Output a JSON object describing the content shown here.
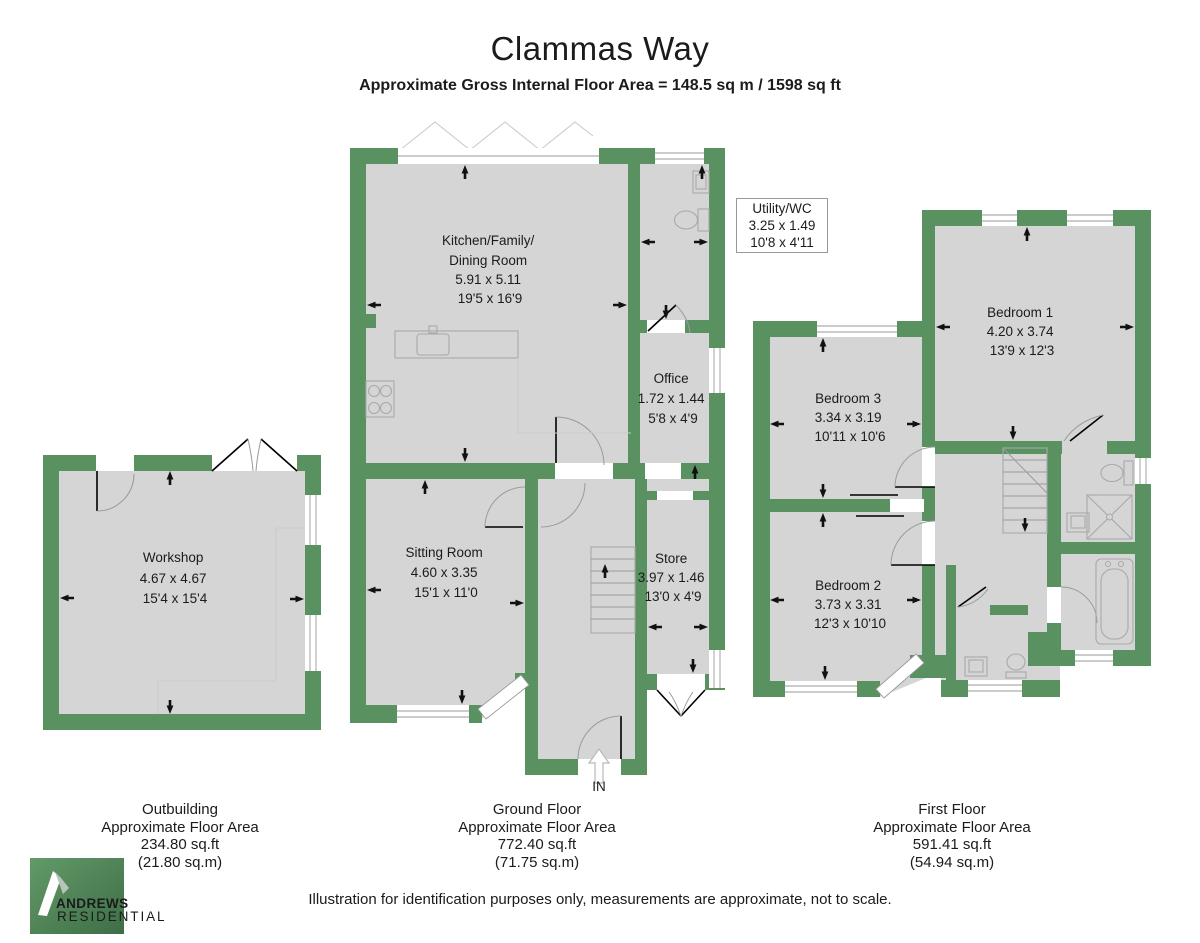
{
  "header": {
    "title": "Clammas Way",
    "subtitle": "Approximate Gross Internal Floor Area = 148.5 sq m / 1598 sq ft"
  },
  "rooms": {
    "kitchen": {
      "lines": [
        "Kitchen/Family/",
        "Dining Room",
        "5.91 x 5.11",
        "19'5 x 16'9"
      ]
    },
    "utility": {
      "lines": [
        "Utility/WC",
        "3.25 x 1.49",
        "10'8 x 4'11"
      ]
    },
    "office": {
      "lines": [
        "Office",
        "1.72 x 1.44",
        "5'8 x 4'9"
      ]
    },
    "sitting_room": {
      "lines": [
        "Sitting Room",
        "4.60 x 3.35",
        "15'1 x 11'0"
      ]
    },
    "store": {
      "lines": [
        "Store",
        "3.97 x 1.46",
        "13'0 x 4'9"
      ]
    },
    "workshop": {
      "lines": [
        "Workshop",
        "4.67 x 4.67",
        "15'4 x 15'4"
      ]
    },
    "bedroom1": {
      "lines": [
        "Bedroom 1",
        "4.20 x 3.74",
        "13'9 x 12'3"
      ]
    },
    "bedroom2": {
      "lines": [
        "Bedroom 2",
        "3.73 x 3.31",
        "12'3 x 10'10"
      ]
    },
    "bedroom3": {
      "lines": [
        "Bedroom 3",
        "3.34 x 3.19",
        "10'11 x 10'6"
      ]
    }
  },
  "entrance": {
    "label": "IN"
  },
  "captions": {
    "outbuilding": {
      "lines": [
        "Outbuilding",
        "Approximate Floor Area",
        "234.80 sq.ft",
        "(21.80 sq.m)"
      ]
    },
    "ground_floor": {
      "lines": [
        "Ground Floor",
        "Approximate Floor Area",
        "772.40 sq.ft",
        "(71.75 sq.m)"
      ]
    },
    "first_floor": {
      "lines": [
        "First Floor",
        "Approximate Floor Area",
        "591.41 sq.ft",
        "(54.94 sq.m)"
      ]
    }
  },
  "logo": {
    "brand": "ANDREWS",
    "division": "RESIDENTIAL"
  },
  "disclaimer": "Illustration for identification purposes only, measurements are approximate, not to scale.",
  "colors": {
    "wall": "#5a9160",
    "floor": "#d5d5d5",
    "logo_background_top": "#639a69",
    "logo_background_bottom": "#3e6e46"
  }
}
